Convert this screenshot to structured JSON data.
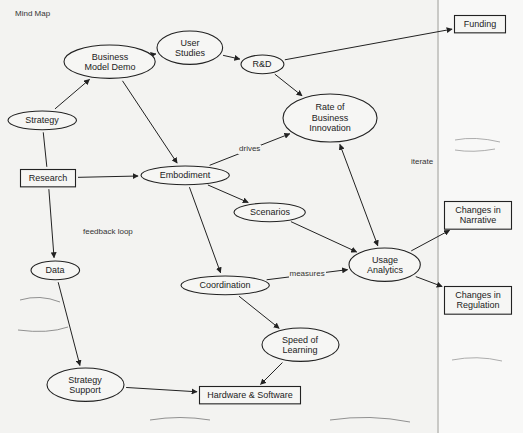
{
  "diagram": {
    "nodes": [
      {
        "text": [
          "Business Model Demo"
        ]
      },
      {
        "text": [
          "User Studies"
        ]
      },
      {
        "text": [
          "R&D"
        ]
      },
      {
        "text": [
          "Rate of Business Innovation"
        ]
      },
      {
        "text": [
          "Strategy"
        ]
      },
      {
        "text": [
          "Research"
        ]
      },
      {
        "text": [
          "Embodiment"
        ]
      },
      {
        "text": [
          "Scenarios"
        ]
      },
      {
        "text": [
          "Coordination"
        ]
      },
      {
        "text": [
          "Usage Analytics"
        ]
      },
      {
        "text": [
          "Speed of Learning"
        ]
      },
      {
        "text": [
          "Strategy Support"
        ]
      },
      {
        "text": [
          "Changes in Narrative"
        ]
      },
      {
        "text": [
          "Changes in Regulation"
        ]
      },
      {
        "text": [
          "Funding"
        ]
      },
      {
        "text": [
          "Data"
        ]
      },
      {
        "text": [
          "Hardware & Software"
        ]
      }
    ],
    "edges": [
      {
        "from": 4,
        "to": 0,
        "arrow": "to"
      },
      {
        "from": 0,
        "to": 1,
        "arrow": "to"
      },
      {
        "from": 1,
        "to": 2,
        "arrow": "to"
      },
      {
        "from": 2,
        "to": 3,
        "arrow": "to"
      },
      {
        "from": 2,
        "to": 14,
        "arrow": "to"
      },
      {
        "from": 4,
        "to": 5,
        "arrow": "none"
      },
      {
        "from": 5,
        "to": 6,
        "arrow": "to"
      },
      {
        "from": 0,
        "to": 6,
        "arrow": "to"
      },
      {
        "from": 6,
        "to": 3,
        "label": "drives",
        "arrow": "to"
      },
      {
        "from": 6,
        "to": 7,
        "arrow": "to"
      },
      {
        "from": 6,
        "to": 8,
        "arrow": "to"
      },
      {
        "from": 7,
        "to": 9,
        "arrow": "to"
      },
      {
        "from": 8,
        "to": 9,
        "label": "measures",
        "arrow": "to"
      },
      {
        "from": 3,
        "to": 9,
        "arrow": "both"
      },
      {
        "from": 9,
        "to": 12,
        "arrow": "to"
      },
      {
        "from": 9,
        "to": 13,
        "arrow": "to"
      },
      {
        "from": 8,
        "to": 10,
        "arrow": "to"
      },
      {
        "from": 5,
        "to": 15,
        "arrow": "to"
      },
      {
        "from": 15,
        "to": 11,
        "arrow": "to"
      },
      {
        "from": 11,
        "to": 16,
        "arrow": "to"
      },
      {
        "from": 10,
        "to": 16,
        "arrow": "to"
      }
    ],
    "labels": [
      "Mind Map",
      "feedback loop",
      "iterate"
    ]
  }
}
